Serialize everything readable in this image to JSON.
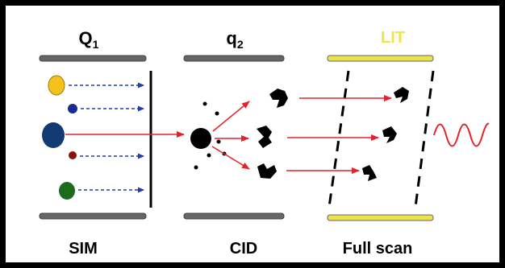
{
  "stages": {
    "q1": {
      "title": "Q",
      "subscript": "1",
      "caption": "SIM"
    },
    "q2": {
      "title": "q",
      "subscript": "2",
      "caption": "CID"
    },
    "lit": {
      "title": "LIT",
      "caption": "Full scan"
    }
  },
  "colors": {
    "frame": "#000000",
    "rod_gray": "#666666",
    "rod_yellow": "#e8e44a",
    "lit_title": "#f2e24a",
    "selected_path": "#e8202a",
    "filtered_path": "#1a3fb0",
    "ion_selected": "#133b73",
    "ion_yellow": "#f5c21b",
    "ion_small_blue": "#1a2a8c",
    "ion_red": "#8b1010",
    "ion_green": "#1d6b1d",
    "fragment": "#000000",
    "signal_wave": "#e8202a"
  },
  "icons": {
    "ejection": "sine-wave-icon"
  }
}
